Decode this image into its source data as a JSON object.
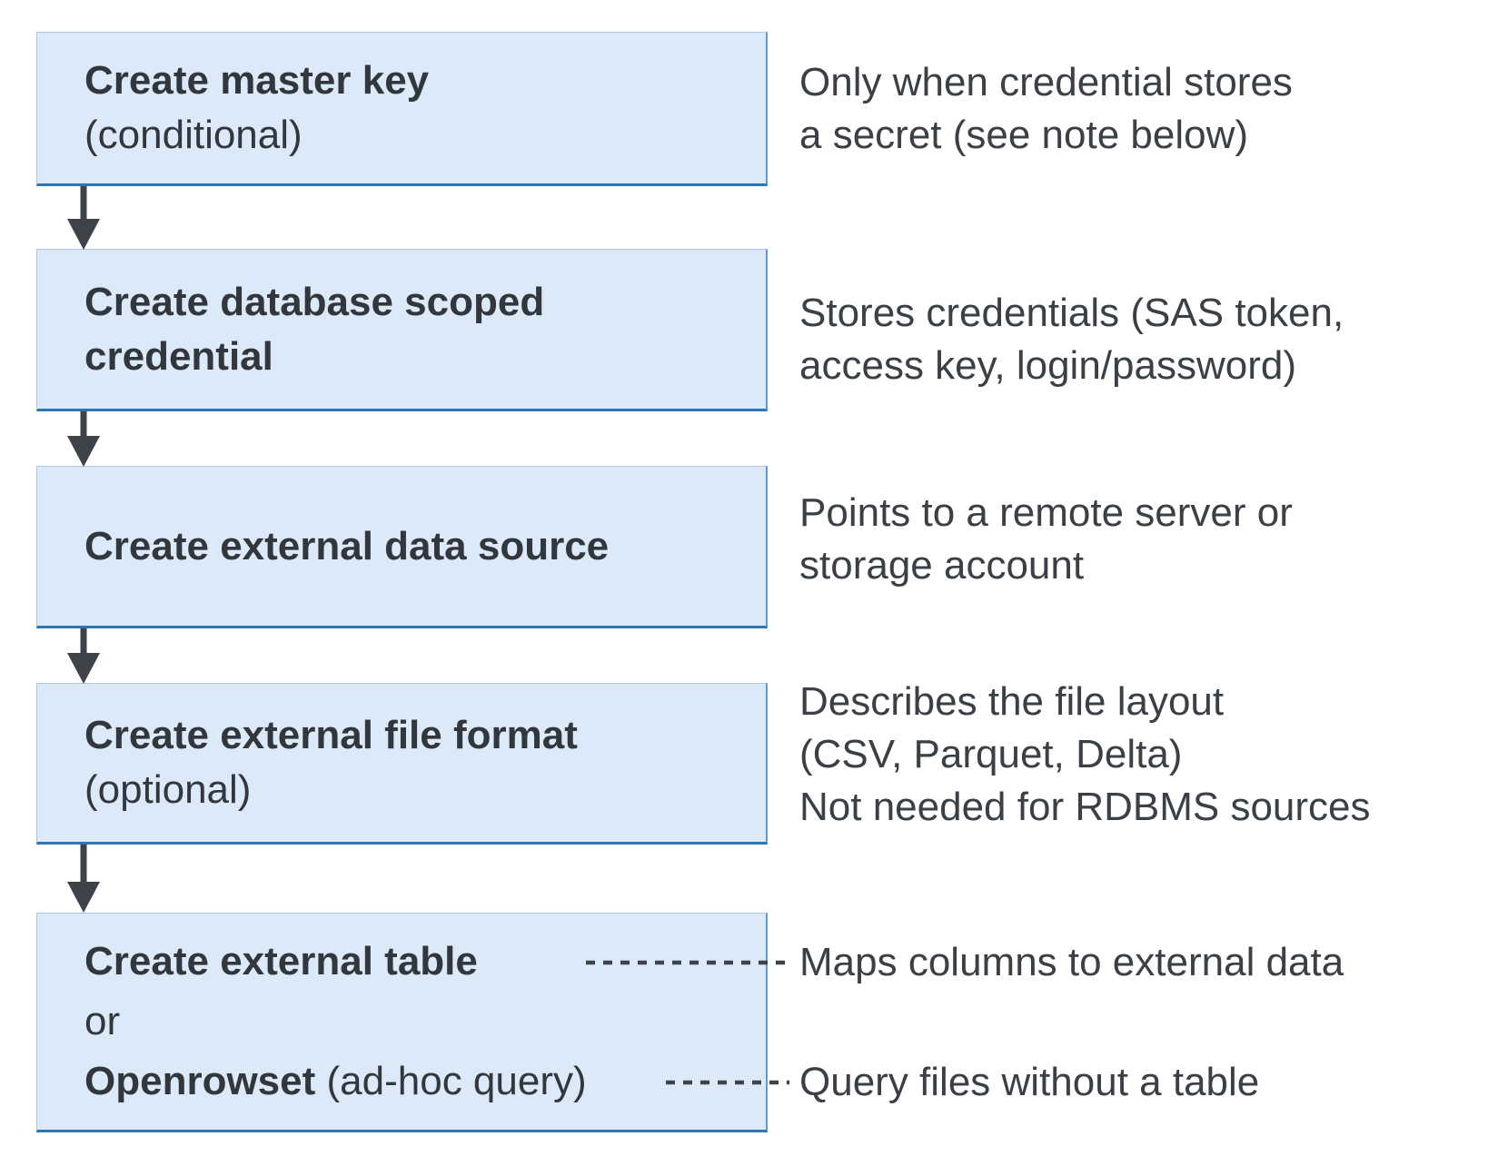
{
  "colors": {
    "box_fill": "#dce9f8",
    "box_border_bottom": "#2e75b6",
    "box_border_side": "#5b9bd5",
    "arrow": "#3e4249",
    "box_text": "#32373d",
    "annotation_text": "#3b4046",
    "background": "#ffffff"
  },
  "flow": {
    "boxes": [
      {
        "title": "Create master key",
        "note": "(conditional)"
      },
      {
        "title_line1": "Create database scoped",
        "title_line2": "credential"
      },
      {
        "title": "Create external data source"
      },
      {
        "title": "Create external file format",
        "note": "(optional)"
      },
      {
        "title": "Create external table",
        "or_label": "or",
        "alt_title": "Openrowset",
        "alt_note": " (ad-hoc query)"
      }
    ],
    "annotations": [
      {
        "text": "Only when credential stores\na secret (see note below)"
      },
      {
        "text": "Stores credentials (SAS token,\naccess key, login/password)"
      },
      {
        "text": "Points to a remote server or\nstorage account"
      },
      {
        "text": "Describes the file layout\n(CSV, Parquet, Delta)\nNot needed for RDBMS sources"
      },
      {
        "text": "Maps columns to external data"
      },
      {
        "text": "Query files without a table"
      }
    ]
  }
}
